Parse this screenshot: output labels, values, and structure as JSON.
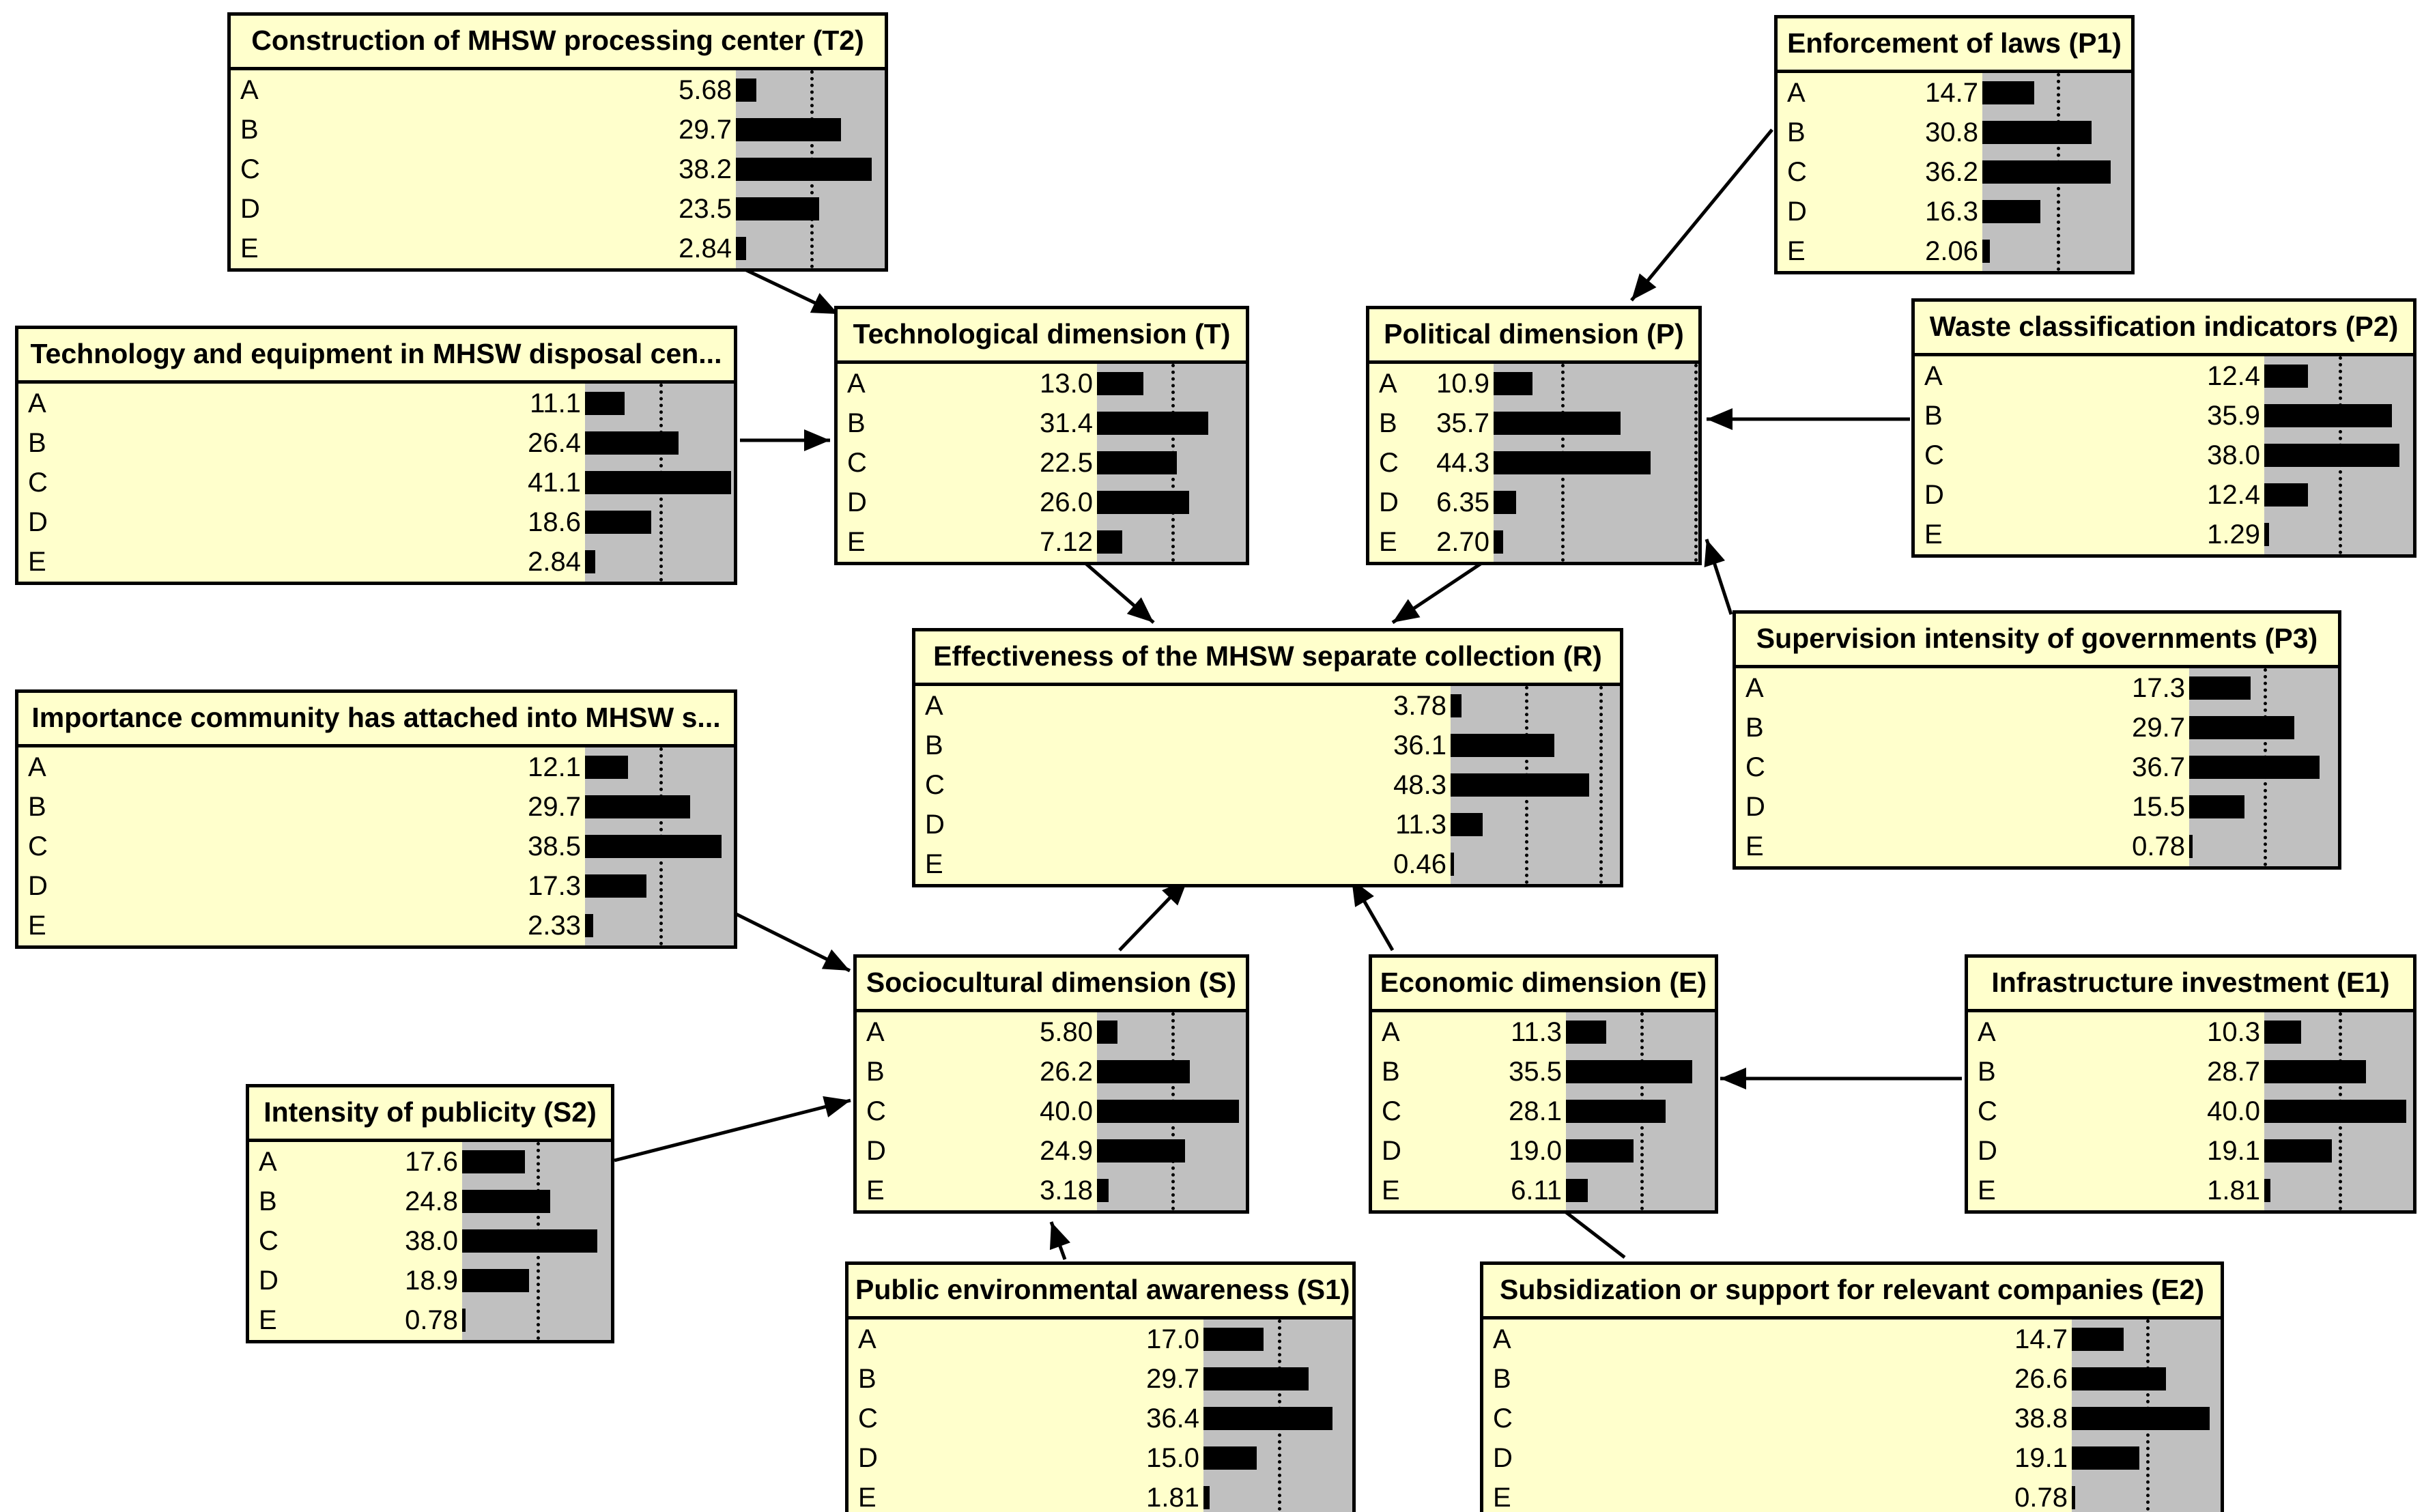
{
  "meta": {
    "diagram_title": "Bayesian network of MHSW separate collection effectiveness",
    "state_labels": [
      "A",
      "B",
      "C",
      "D",
      "E"
    ],
    "colors": {
      "node_fill": "#FFFFCC",
      "bar_track": "#C0C0C0",
      "bar_fill": "#000000",
      "border": "#000000"
    }
  },
  "chart_data": {
    "type": "bar",
    "title": "Bayesian network node marginal probability distributions (%)",
    "xlabel": "",
    "ylabel": "",
    "categories": [
      "A",
      "B",
      "C",
      "D",
      "E"
    ],
    "series": [
      {
        "name": "Construction of MHSW processing center (T2)",
        "values": [
          5.68,
          29.7,
          38.2,
          23.5,
          2.84
        ]
      },
      {
        "name": "Technology and equipment in MHSW disposal cen...",
        "values": [
          11.1,
          26.4,
          41.1,
          18.6,
          2.84
        ]
      },
      {
        "name": "Technological dimension (T)",
        "values": [
          13.0,
          31.4,
          22.5,
          26.0,
          7.12
        ]
      },
      {
        "name": "Enforcement of laws (P1)",
        "values": [
          14.7,
          30.8,
          36.2,
          16.3,
          2.06
        ]
      },
      {
        "name": "Waste classification indicators (P2)",
        "values": [
          12.4,
          35.9,
          38.0,
          12.4,
          1.29
        ]
      },
      {
        "name": "Supervision intensity of governments (P3)",
        "values": [
          17.3,
          29.7,
          36.7,
          15.5,
          0.78
        ]
      },
      {
        "name": "Political dimension (P)",
        "values": [
          10.9,
          35.7,
          44.3,
          6.35,
          2.7
        ]
      },
      {
        "name": "Effectiveness of the MHSW separate collection (R)",
        "values": [
          3.78,
          36.1,
          48.3,
          11.3,
          0.46
        ]
      },
      {
        "name": "Importance community has attached into MHSW s...",
        "values": [
          12.1,
          29.7,
          38.5,
          17.3,
          2.33
        ]
      },
      {
        "name": "Intensity of publicity (S2)",
        "values": [
          17.6,
          24.8,
          38.0,
          18.9,
          0.78
        ]
      },
      {
        "name": "Public environmental awareness (S1)",
        "values": [
          17.0,
          29.7,
          36.4,
          15.0,
          1.81
        ]
      },
      {
        "name": "Sociocultural dimension (S)",
        "values": [
          5.8,
          26.2,
          40.0,
          24.9,
          3.18
        ]
      },
      {
        "name": "Economic dimension (E)",
        "values": [
          11.3,
          35.5,
          28.1,
          19.0,
          6.11
        ]
      },
      {
        "name": "Infrastructure  investment (E1)",
        "values": [
          10.3,
          28.7,
          40.0,
          19.1,
          1.81
        ]
      },
      {
        "name": "Subsidization or support for relevant companies (E2)",
        "values": [
          14.7,
          26.6,
          38.8,
          19.1,
          0.78
        ]
      }
    ]
  },
  "nodes": [
    {
      "id": "T2",
      "title": "Construction of MHSW processing center (T2)",
      "rows": [
        {
          "label": "A",
          "value": "5.68",
          "pct": 5.68
        },
        {
          "label": "B",
          "value": "29.7",
          "pct": 29.7
        },
        {
          "label": "C",
          "value": "38.2",
          "pct": 38.2
        },
        {
          "label": "D",
          "value": "23.5",
          "pct": 23.5
        },
        {
          "label": "E",
          "value": "2.84",
          "pct": 2.84
        }
      ]
    },
    {
      "id": "Tdisp",
      "title": "Technology and equipment in MHSW disposal cen...",
      "rows": [
        {
          "label": "A",
          "value": "11.1",
          "pct": 11.1
        },
        {
          "label": "B",
          "value": "26.4",
          "pct": 26.4
        },
        {
          "label": "C",
          "value": "41.1",
          "pct": 41.1
        },
        {
          "label": "D",
          "value": "18.6",
          "pct": 18.6
        },
        {
          "label": "E",
          "value": "2.84",
          "pct": 2.84
        }
      ]
    },
    {
      "id": "T",
      "title": "Technological dimension (T)",
      "rows": [
        {
          "label": "A",
          "value": "13.0",
          "pct": 13.0
        },
        {
          "label": "B",
          "value": "31.4",
          "pct": 31.4
        },
        {
          "label": "C",
          "value": "22.5",
          "pct": 22.5
        },
        {
          "label": "D",
          "value": "26.0",
          "pct": 26.0
        },
        {
          "label": "E",
          "value": "7.12",
          "pct": 7.12
        }
      ]
    },
    {
      "id": "P1",
      "title": "Enforcement of laws (P1)",
      "rows": [
        {
          "label": "A",
          "value": "14.7",
          "pct": 14.7
        },
        {
          "label": "B",
          "value": "30.8",
          "pct": 30.8
        },
        {
          "label": "C",
          "value": "36.2",
          "pct": 36.2
        },
        {
          "label": "D",
          "value": "16.3",
          "pct": 16.3
        },
        {
          "label": "E",
          "value": "2.06",
          "pct": 2.06
        }
      ]
    },
    {
      "id": "P2",
      "title": "Waste classification indicators (P2)",
      "rows": [
        {
          "label": "A",
          "value": "12.4",
          "pct": 12.4
        },
        {
          "label": "B",
          "value": "35.9",
          "pct": 35.9
        },
        {
          "label": "C",
          "value": "38.0",
          "pct": 38.0
        },
        {
          "label": "D",
          "value": "12.4",
          "pct": 12.4
        },
        {
          "label": "E",
          "value": "1.29",
          "pct": 1.29
        }
      ]
    },
    {
      "id": "P3",
      "title": "Supervision intensity of governments (P3)",
      "rows": [
        {
          "label": "A",
          "value": "17.3",
          "pct": 17.3
        },
        {
          "label": "B",
          "value": "29.7",
          "pct": 29.7
        },
        {
          "label": "C",
          "value": "36.7",
          "pct": 36.7
        },
        {
          "label": "D",
          "value": "15.5",
          "pct": 15.5
        },
        {
          "label": "E",
          "value": "0.78",
          "pct": 0.78
        }
      ]
    },
    {
      "id": "P",
      "title": "Political dimension (P)",
      "rows": [
        {
          "label": "A",
          "value": "10.9",
          "pct": 10.9
        },
        {
          "label": "B",
          "value": "35.7",
          "pct": 35.7
        },
        {
          "label": "C",
          "value": "44.3",
          "pct": 44.3
        },
        {
          "label": "D",
          "value": "6.35",
          "pct": 6.35
        },
        {
          "label": "E",
          "value": "2.70",
          "pct": 2.7
        }
      ]
    },
    {
      "id": "R",
      "title": "Effectiveness of the MHSW separate collection (R)",
      "rows": [
        {
          "label": "A",
          "value": "3.78",
          "pct": 3.78
        },
        {
          "label": "B",
          "value": "36.1",
          "pct": 36.1
        },
        {
          "label": "C",
          "value": "48.3",
          "pct": 48.3
        },
        {
          "label": "D",
          "value": "11.3",
          "pct": 11.3
        },
        {
          "label": "E",
          "value": "0.46",
          "pct": 0.46
        }
      ]
    },
    {
      "id": "Simp",
      "title": "Importance community has attached into MHSW s...",
      "rows": [
        {
          "label": "A",
          "value": "12.1",
          "pct": 12.1
        },
        {
          "label": "B",
          "value": "29.7",
          "pct": 29.7
        },
        {
          "label": "C",
          "value": "38.5",
          "pct": 38.5
        },
        {
          "label": "D",
          "value": "17.3",
          "pct": 17.3
        },
        {
          "label": "E",
          "value": "2.33",
          "pct": 2.33
        }
      ]
    },
    {
      "id": "S2",
      "title": "Intensity of publicity (S2)",
      "rows": [
        {
          "label": "A",
          "value": "17.6",
          "pct": 17.6
        },
        {
          "label": "B",
          "value": "24.8",
          "pct": 24.8
        },
        {
          "label": "C",
          "value": "38.0",
          "pct": 38.0
        },
        {
          "label": "D",
          "value": "18.9",
          "pct": 18.9
        },
        {
          "label": "E",
          "value": "0.78",
          "pct": 0.78
        }
      ]
    },
    {
      "id": "S",
      "title": "Sociocultural dimension (S)",
      "rows": [
        {
          "label": "A",
          "value": "5.80",
          "pct": 5.8
        },
        {
          "label": "B",
          "value": "26.2",
          "pct": 26.2
        },
        {
          "label": "C",
          "value": "40.0",
          "pct": 40.0
        },
        {
          "label": "D",
          "value": "24.9",
          "pct": 24.9
        },
        {
          "label": "E",
          "value": "3.18",
          "pct": 3.18
        }
      ]
    },
    {
      "id": "S1",
      "title": "Public environmental awareness (S1)",
      "rows": [
        {
          "label": "A",
          "value": "17.0",
          "pct": 17.0
        },
        {
          "label": "B",
          "value": "29.7",
          "pct": 29.7
        },
        {
          "label": "C",
          "value": "36.4",
          "pct": 36.4
        },
        {
          "label": "D",
          "value": "15.0",
          "pct": 15.0
        },
        {
          "label": "E",
          "value": "1.81",
          "pct": 1.81
        }
      ]
    },
    {
      "id": "E",
      "title": "Economic dimension (E)",
      "rows": [
        {
          "label": "A",
          "value": "11.3",
          "pct": 11.3
        },
        {
          "label": "B",
          "value": "35.5",
          "pct": 35.5
        },
        {
          "label": "C",
          "value": "28.1",
          "pct": 28.1
        },
        {
          "label": "D",
          "value": "19.0",
          "pct": 19.0
        },
        {
          "label": "E",
          "value": "6.11",
          "pct": 6.11
        }
      ]
    },
    {
      "id": "E1",
      "title": "Infrastructure  investment (E1)",
      "rows": [
        {
          "label": "A",
          "value": "10.3",
          "pct": 10.3
        },
        {
          "label": "B",
          "value": "28.7",
          "pct": 28.7
        },
        {
          "label": "C",
          "value": "40.0",
          "pct": 40.0
        },
        {
          "label": "D",
          "value": "19.1",
          "pct": 19.1
        },
        {
          "label": "E",
          "value": "1.81",
          "pct": 1.81
        }
      ]
    },
    {
      "id": "E2",
      "title": "Subsidization or support for relevant companies (E2)",
      "rows": [
        {
          "label": "A",
          "value": "14.7",
          "pct": 14.7
        },
        {
          "label": "B",
          "value": "26.6",
          "pct": 26.6
        },
        {
          "label": "C",
          "value": "38.8",
          "pct": 38.8
        },
        {
          "label": "D",
          "value": "19.1",
          "pct": 19.1
        },
        {
          "label": "E",
          "value": "0.78",
          "pct": 0.78
        }
      ]
    }
  ]
}
